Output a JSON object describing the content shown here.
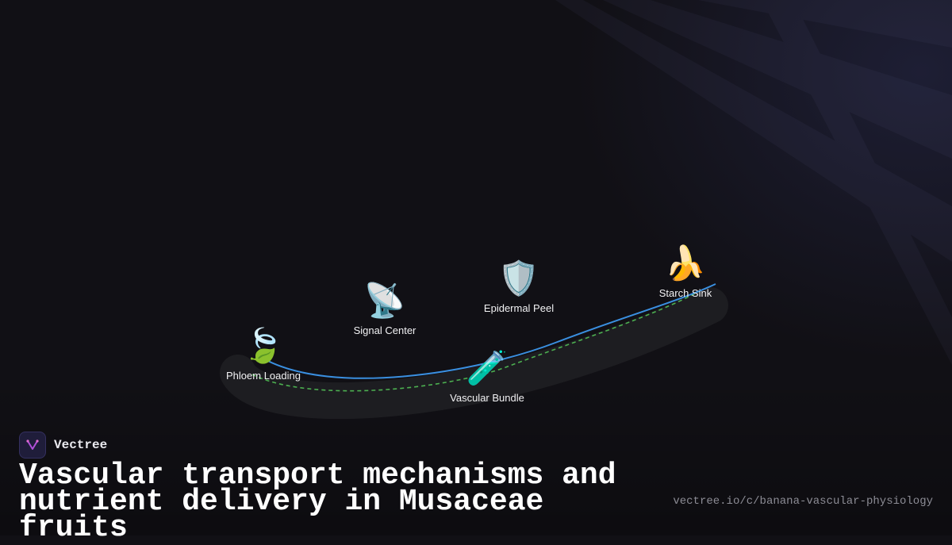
{
  "brand": {
    "name": "Vectree",
    "logo_icon": "vectree-logo-icon"
  },
  "title_lines": [
    "Vascular transport mechanisms and",
    "nutrient delivery in Musaceae fruits"
  ],
  "url": "vectree.io/c/banana-vascular-physiology",
  "nodes": [
    {
      "id": "phloem",
      "label": "Phloem Loading",
      "icon": "🍃",
      "icon_name": "leaf-icon"
    },
    {
      "id": "signal",
      "label": "Signal Center",
      "icon": "📡",
      "icon_name": "satellite-dish-icon"
    },
    {
      "id": "vascular",
      "label": "Vascular Bundle",
      "icon": "🧪",
      "icon_name": "test-tube-icon"
    },
    {
      "id": "peel",
      "label": "Epidermal Peel",
      "icon": "🛡️",
      "icon_name": "shield-icon"
    },
    {
      "id": "sink",
      "label": "Starch Sink",
      "icon": "🍌",
      "icon_name": "banana-icon"
    }
  ],
  "colors": {
    "background": "#111015",
    "solid_path": "#3a8fe0",
    "dashed_path": "#4caf50",
    "path_shadow": "#1f1f22"
  }
}
